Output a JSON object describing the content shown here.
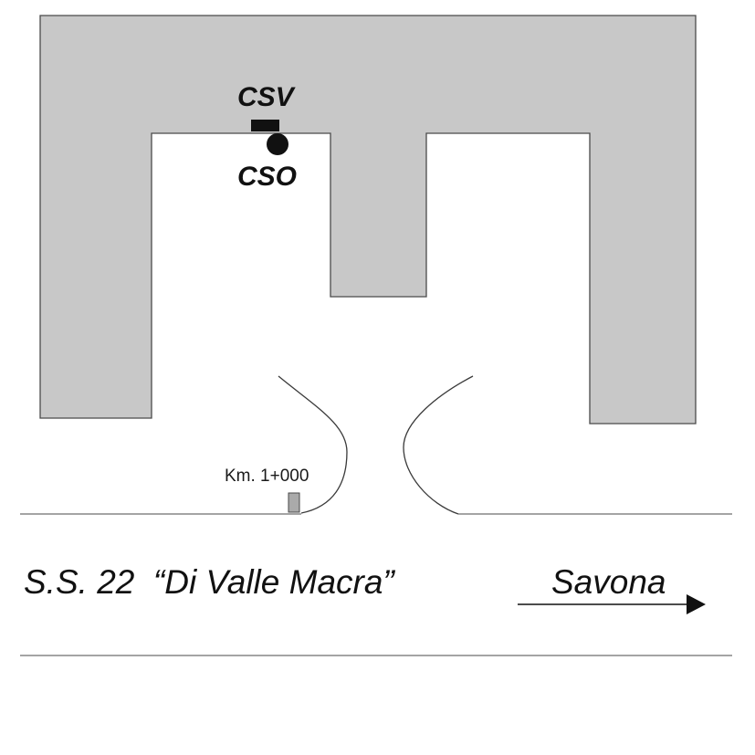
{
  "markers": {
    "csv_label": "CSV",
    "cso_label": "CSO",
    "km_label": "Km. 1+000"
  },
  "road": {
    "name": "S.S. 22  “Di Valle Macra”",
    "direction_label": "Savona",
    "direction_icon": "arrow-right-icon"
  },
  "colors": {
    "building_fill": "#c8c8c8",
    "building_stroke": "#4a4a4a",
    "road_line": "#6e6e6e",
    "marker_dark": "#111111",
    "km_post_fill": "#aaaaaa"
  }
}
